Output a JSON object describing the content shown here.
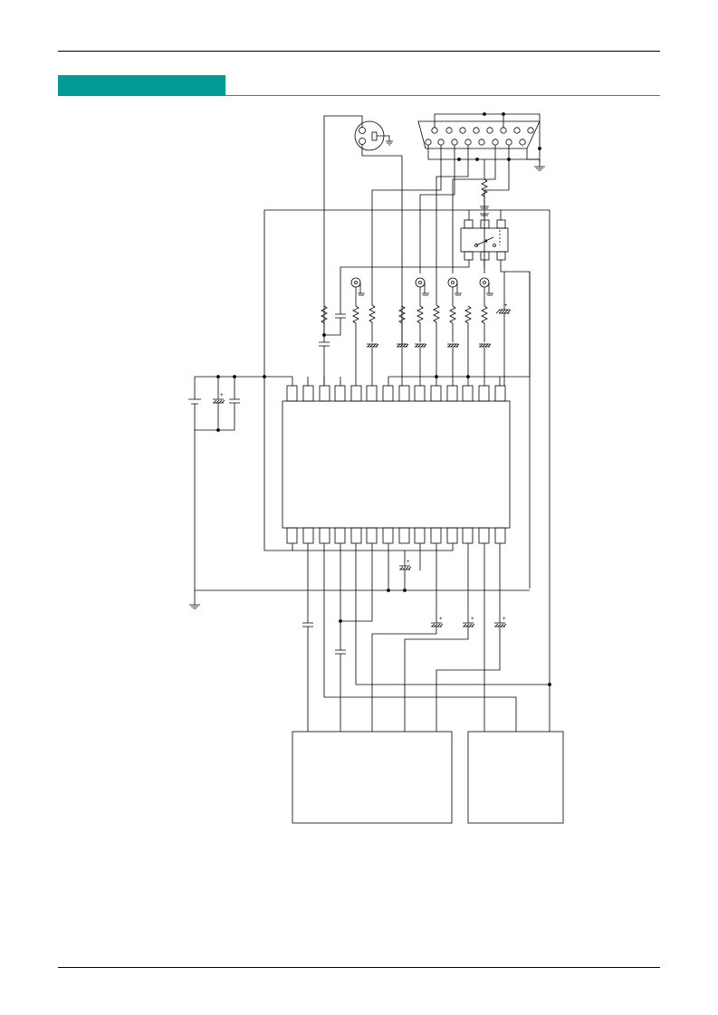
{
  "header": {
    "section_title": "",
    "accent_color": "#009b95"
  },
  "schematic": {
    "ic_main": {
      "pin_rows": [
        "top",
        "bottom"
      ],
      "pins_per_row": 14
    },
    "connectors": [
      "dsub-15-connector",
      "din-connector"
    ],
    "switch": "3-pin-switch",
    "rca_jacks": 4,
    "blocks": [
      "sub-block-left",
      "sub-block-right"
    ],
    "line_color": "#000000"
  }
}
